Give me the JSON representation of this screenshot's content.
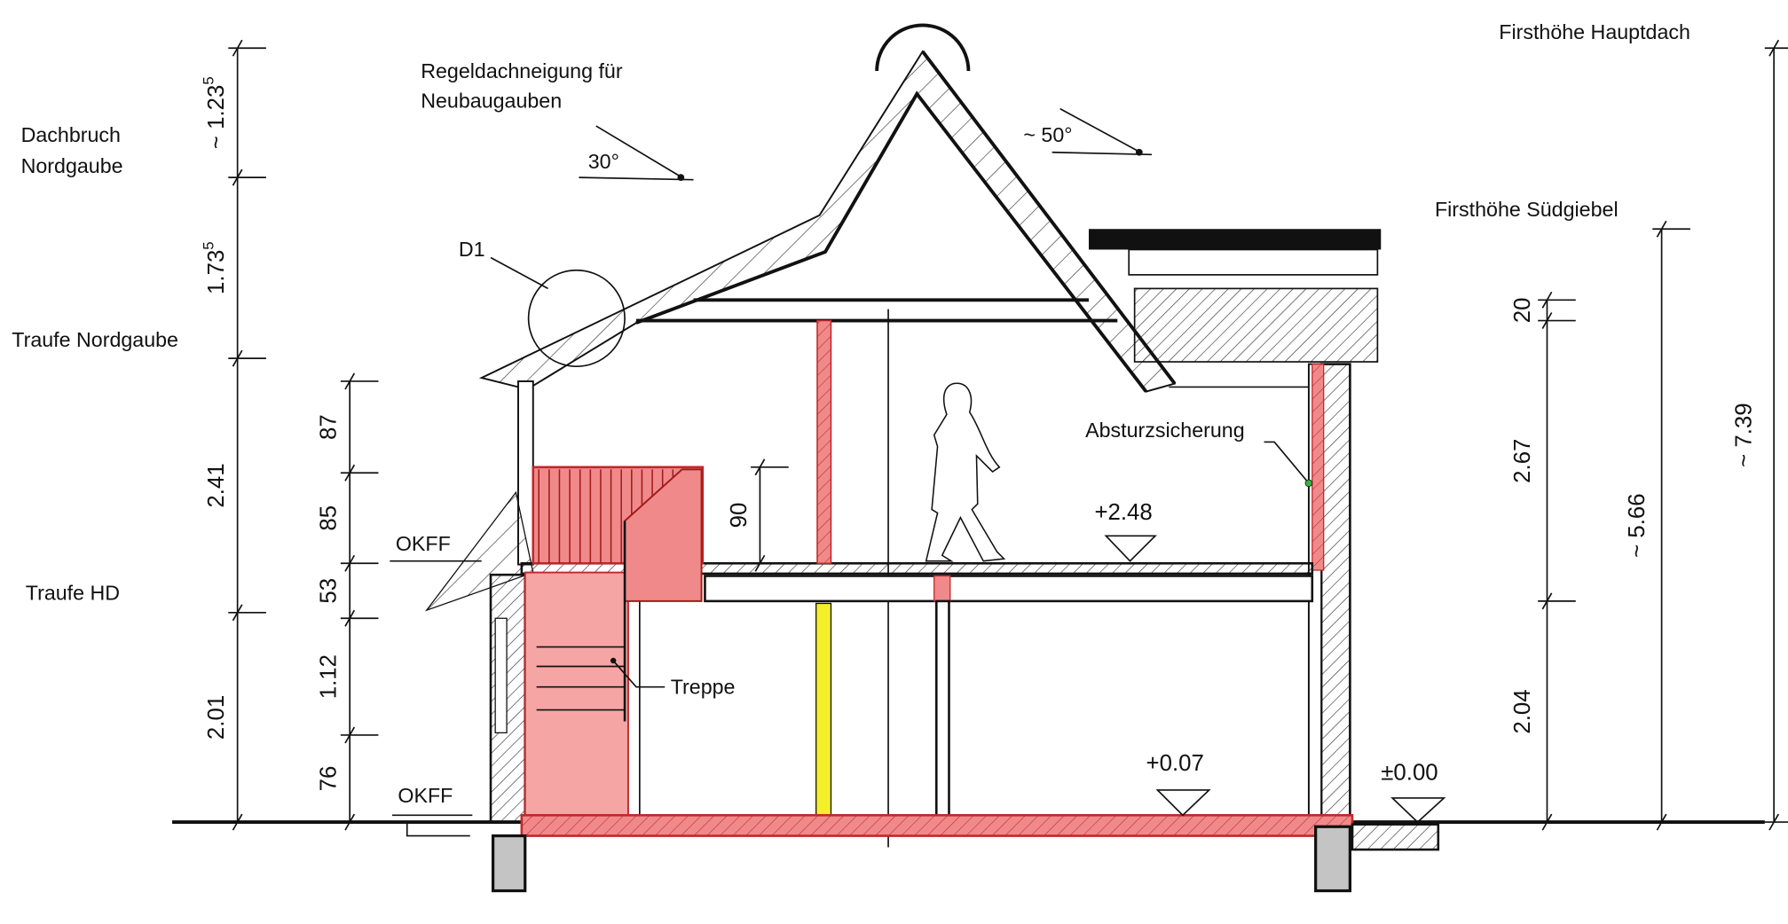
{
  "colors": {
    "highlight_red": "#f08a8a",
    "red_stroke": "#c0282b",
    "column_yellow": "#f5ef2a",
    "foundation_gray": "#c4c4c4",
    "marker_green": "#3cb043"
  },
  "labels": {
    "dachbruch_1": "Dachbruch",
    "dachbruch_2": "Nordgaube",
    "traufe_nordgaube": "Traufe Nordgaube",
    "traufe_hd": "Traufe HD",
    "regel_1": "Regeldachneigung für",
    "regel_2": "Neubaugauben",
    "angle_30": "30°",
    "angle_50": "~ 50°",
    "d1": "D1",
    "okff_upper": "OKFF",
    "okff_lower": "OKFF",
    "treppe": "Treppe",
    "absturz": "Absturzsicherung",
    "first_haupt": "Firsthöhe Hauptdach",
    "first_sued": "Firsthöhe Südgiebel"
  },
  "levels": {
    "upper": "+2.48",
    "ground": "+0.07",
    "terrain": "±0.00"
  },
  "dims_left": [
    {
      "main": "~ 1.23",
      "sup": "5"
    },
    {
      "main": "1.73",
      "sup": "5"
    },
    {
      "main": "2.41",
      "sup": ""
    },
    {
      "main": "2.01",
      "sup": ""
    }
  ],
  "dims_stair": [
    "87",
    "85",
    "53",
    "1.12",
    "76"
  ],
  "dim_railing": "90",
  "dims_right": [
    "20",
    "2.67",
    "2.04"
  ],
  "dim_sued": "~ 5.66",
  "dim_haupt": "~ 7.39"
}
